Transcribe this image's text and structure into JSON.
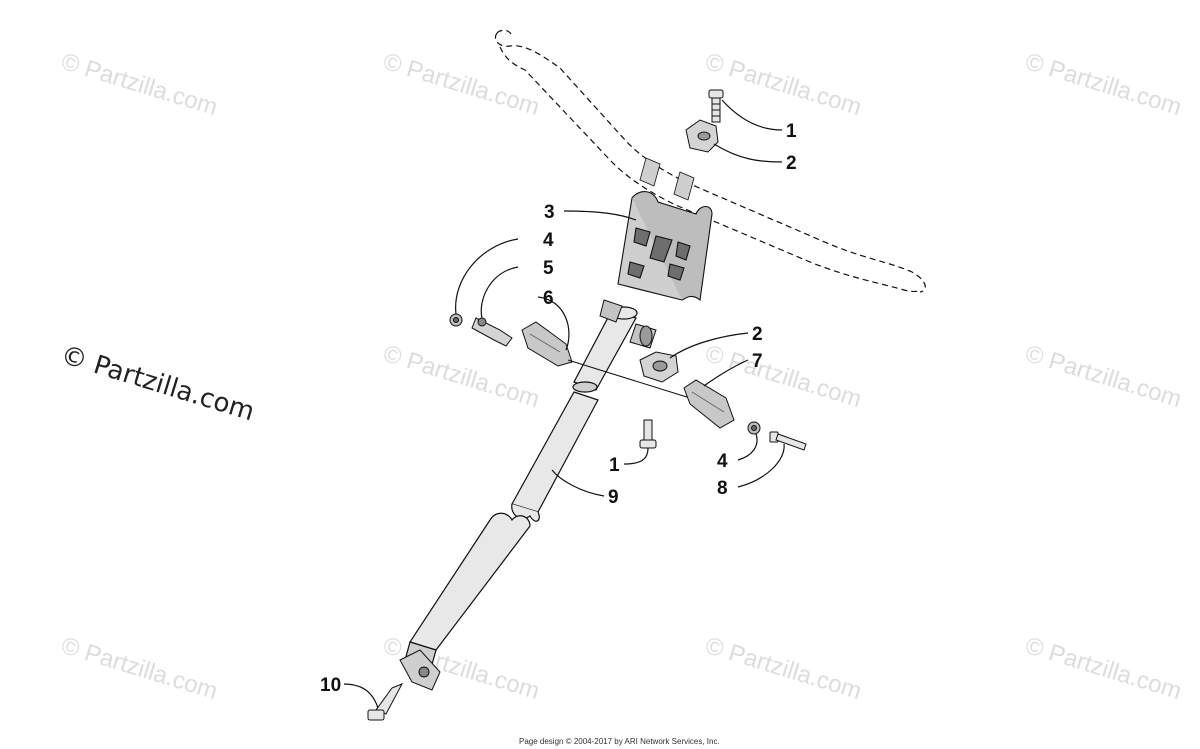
{
  "watermark": {
    "text": "© Partzilla.com",
    "main_text": "© Partzilla.com"
  },
  "callouts": {
    "c1_top": "1",
    "c2_top": "2",
    "c3": "3",
    "c4_left": "4",
    "c5": "5",
    "c6": "6",
    "c2_mid": "2",
    "c7": "7",
    "c1_low": "1",
    "c4_right": "4",
    "c8": "8",
    "c9": "9",
    "c10": "10"
  },
  "footer": {
    "text": "Page design © 2004-2017 by ARI Network Services, Inc."
  },
  "colors": {
    "line": "#111111",
    "part_fill": "#d9d9d9",
    "part_dark": "#8a8a8a",
    "watermark": "#dcdcdc"
  }
}
